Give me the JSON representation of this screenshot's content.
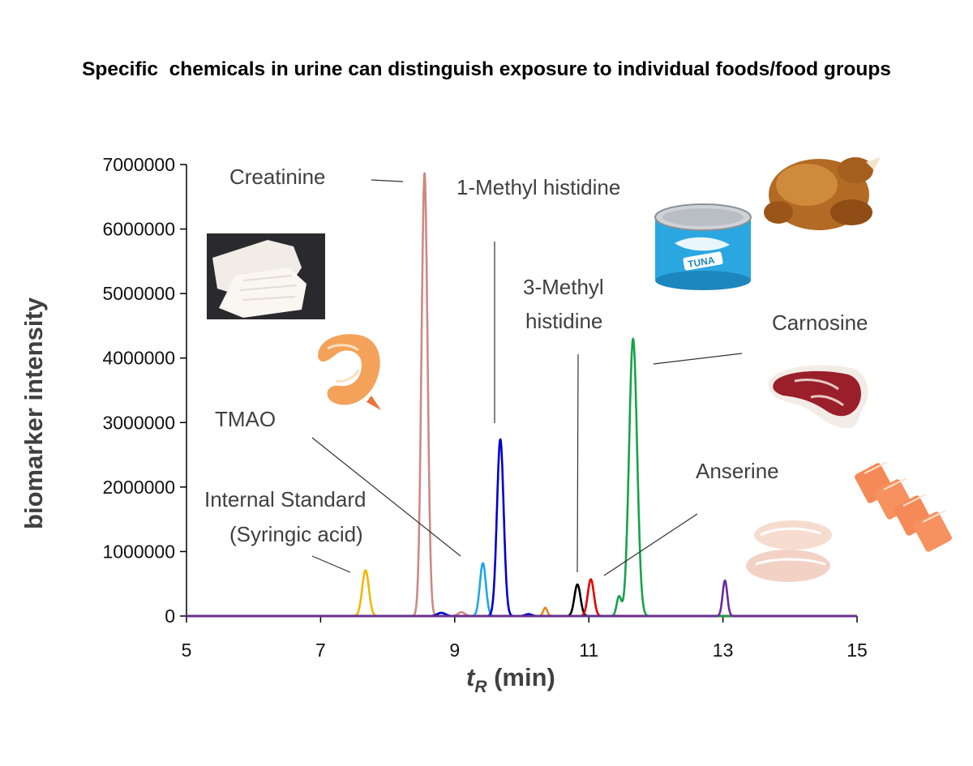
{
  "title": "Specific  chemicals in urine can distinguish exposure to individual foods/food groups",
  "chart_data": {
    "type": "line",
    "title": "Specific  chemicals in urine can distinguish exposure to individual foods/food groups",
    "xlabel_main": "t",
    "xlabel_sub": "R",
    "xlabel_unit": " (min)",
    "ylabel": "biomarker intensity",
    "xlim": [
      5,
      15
    ],
    "ylim": [
      0,
      7000000
    ],
    "x_ticks": [
      "5",
      "7",
      "9",
      "11",
      "13",
      "15"
    ],
    "y_ticks": [
      "0",
      "1000000",
      "2000000",
      "3000000",
      "4000000",
      "5000000",
      "6000000",
      "7000000"
    ],
    "grid": false,
    "series": [
      {
        "name": "Internal Standard (Syringic acid)",
        "color": "#f2b705",
        "peaks": [
          [
            7.67,
            710000,
            0.05
          ]
        ]
      },
      {
        "name": "Creatinine",
        "color": "#cc8a84",
        "peaks": [
          [
            8.55,
            6870000,
            0.045
          ],
          [
            9.1,
            60000,
            0.05
          ]
        ]
      },
      {
        "name": "TMAO",
        "color": "#1ea7e8",
        "peaks": [
          [
            9.42,
            820000,
            0.045
          ]
        ]
      },
      {
        "name": "1-Methyl histidine",
        "color": "#0000cc",
        "peaks": [
          [
            9.68,
            2740000,
            0.05
          ],
          [
            8.8,
            50000,
            0.06
          ],
          [
            10.1,
            30000,
            0.05
          ]
        ]
      },
      {
        "name": "unlabelled (orange)",
        "color": "#e08a20",
        "peaks": [
          [
            10.35,
            130000,
            0.03
          ]
        ]
      },
      {
        "name": "3-Methyl histidine",
        "color": "#000000",
        "peaks": [
          [
            10.83,
            490000,
            0.045
          ]
        ]
      },
      {
        "name": "Anserine",
        "color": "#e00000",
        "peaks": [
          [
            11.03,
            570000,
            0.045
          ]
        ]
      },
      {
        "name": "Carnosine",
        "color": "#16a34a",
        "peaks": [
          [
            11.66,
            4300000,
            0.06
          ],
          [
            11.45,
            300000,
            0.035
          ]
        ]
      },
      {
        "name": "unlabelled (purple)",
        "color": "#6a2ba0",
        "peaks": [
          [
            13.03,
            550000,
            0.035
          ]
        ]
      }
    ],
    "annotations": [
      {
        "text": "Creatinine"
      },
      {
        "text": "1-Methyl histidine"
      },
      {
        "text": "3-Methyl"
      },
      {
        "text": "histidine"
      },
      {
        "text": "Carnosine"
      },
      {
        "text": "TMAO"
      },
      {
        "text": "Anserine"
      },
      {
        "text": "Internal Standard"
      },
      {
        "text": "(Syringic acid)"
      }
    ]
  },
  "pictures": [
    {
      "name": "fish-fillet-photo"
    },
    {
      "name": "shrimp-photo"
    },
    {
      "name": "tuna-can-photo",
      "label": "TUNA"
    },
    {
      "name": "roast-chicken-photo"
    },
    {
      "name": "beef-steak-photo"
    },
    {
      "name": "salmon-photo"
    },
    {
      "name": "chicken-breast-photo"
    }
  ]
}
